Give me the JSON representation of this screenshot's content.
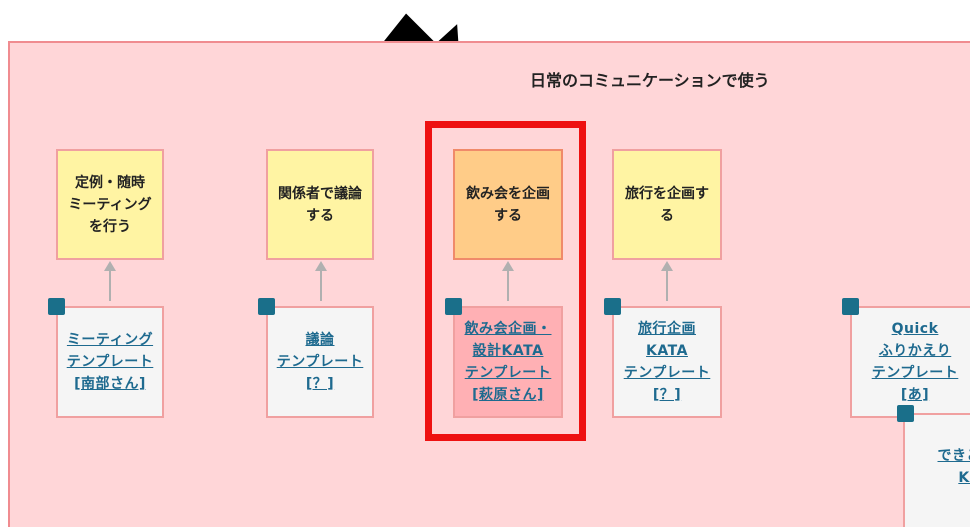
{
  "group": {
    "title": "日常のコミュニケーションで使う"
  },
  "stickies": [
    {
      "text": "定例・随時\nミーティング\nを行う"
    },
    {
      "text": "関係者で議論\nする"
    },
    {
      "text": "飲み会を企画\nする"
    },
    {
      "text": "旅行を企画す\nる"
    }
  ],
  "cards": [
    {
      "link": "ミーティング\nテンプレート\n[南部さん]"
    },
    {
      "link": "議論\nテンプレート\n[？]"
    },
    {
      "link": "飲み会企画・\n設計KATA\nテンプレート\n[萩原さん]"
    },
    {
      "link": "旅行企画\nKATA\nテンプレート\n[？]"
    },
    {
      "link": "Quick\nふりかえり\nテンプレート\n[あ]"
    },
    {
      "link": "できこ\nKA"
    }
  ],
  "icons": {
    "link": "link-graph-icon",
    "pointer": "arrow-down-icon"
  },
  "colors": {
    "highlight": "#ee1111",
    "background": "#ffd6d8",
    "link": "#1e6a8f"
  }
}
